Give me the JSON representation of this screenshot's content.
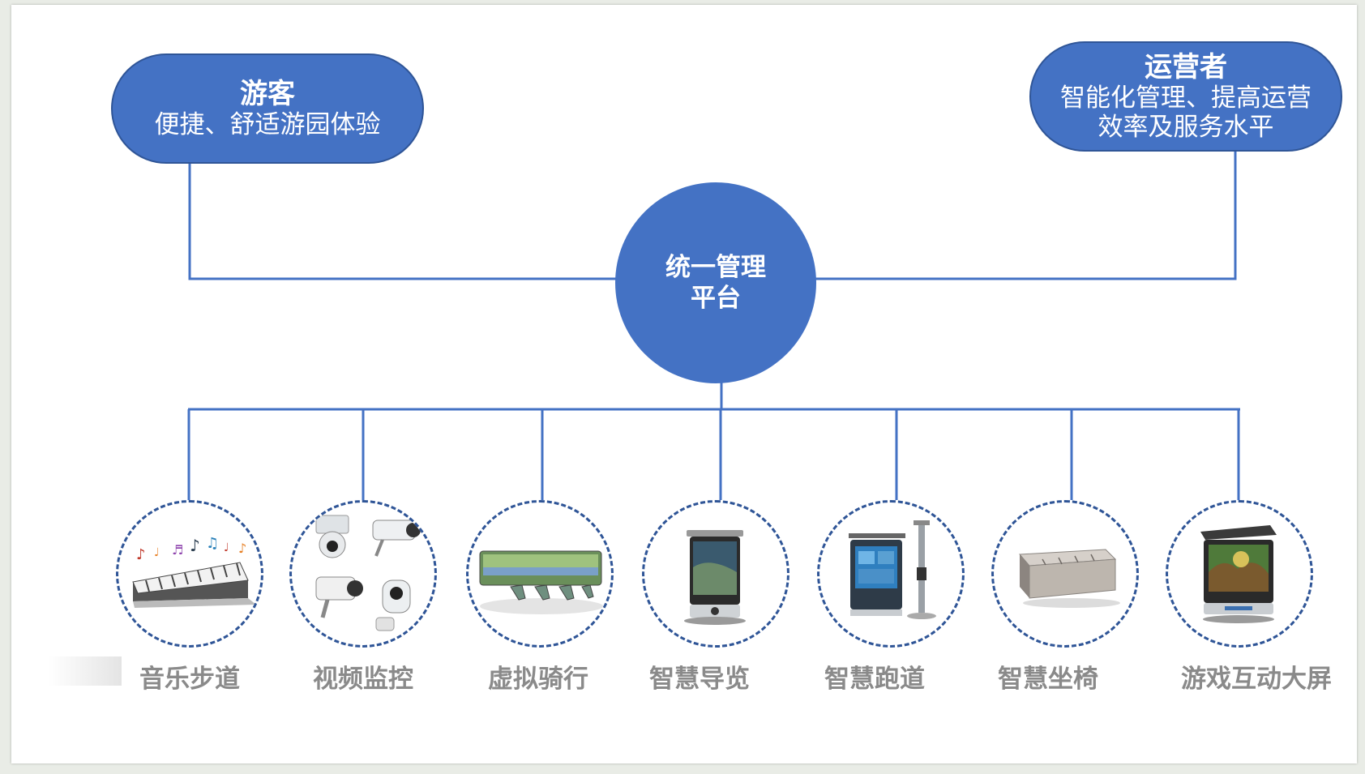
{
  "visitor": {
    "title": "游客",
    "desc": "便捷、舒适游园体验"
  },
  "operator": {
    "title": "运营者",
    "desc_line1": "智能化管理、提高运营",
    "desc_line2": "效率及服务水平"
  },
  "hub": {
    "line1": "统一管理",
    "line2": "平台"
  },
  "modules": [
    {
      "label": "音乐步道",
      "icon": "music-walkway-icon"
    },
    {
      "label": "视频监控",
      "icon": "cctv-camera-icon"
    },
    {
      "label": "虚拟骑行",
      "icon": "virtual-bike-icon"
    },
    {
      "label": "智慧导览",
      "icon": "guide-kiosk-icon"
    },
    {
      "label": "智慧跑道",
      "icon": "smart-track-icon"
    },
    {
      "label": "智慧坐椅",
      "icon": "smart-bench-icon"
    },
    {
      "label": "游戏互动大屏",
      "icon": "game-screen-icon"
    }
  ],
  "colors": {
    "accent": "#4472c4",
    "accent_dark": "#2f5597",
    "label_gray": "#8a8a8a"
  }
}
